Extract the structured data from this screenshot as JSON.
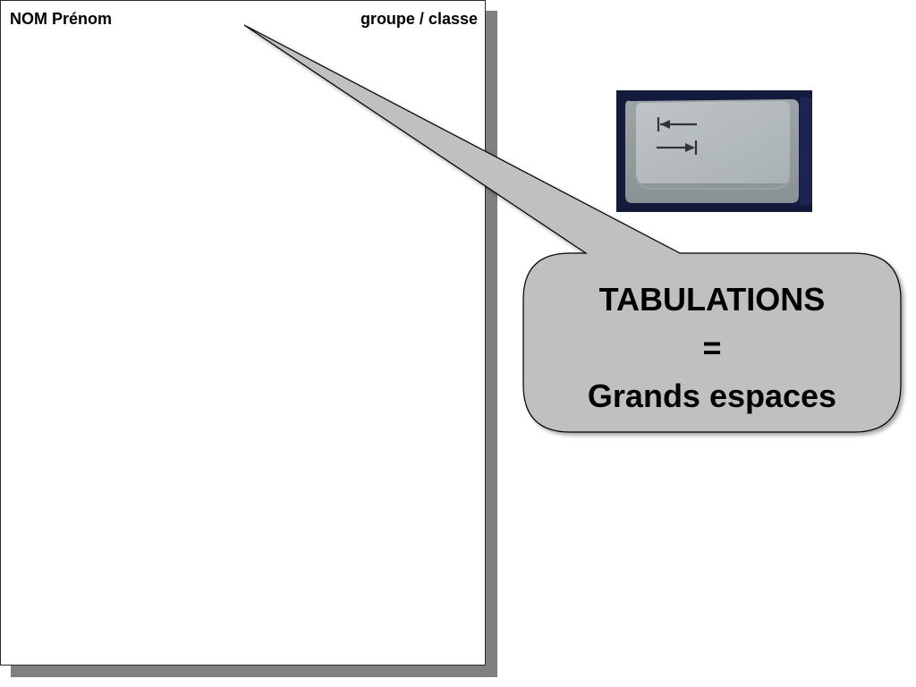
{
  "document": {
    "name_field": "NOM Prénom",
    "group_field": "groupe / classe"
  },
  "callout": {
    "line1": "TABULATIONS",
    "line2": "=",
    "line3": "Grands espaces",
    "fill_color": "#c0c0c0",
    "stroke_color": "#000000"
  },
  "key": {
    "icon": "tab-key-icon",
    "colors": {
      "background": "#141a3c",
      "keycap": "#a9b0b2",
      "keycap_top": "#b8bec0",
      "glyph": "#2e3438"
    }
  }
}
